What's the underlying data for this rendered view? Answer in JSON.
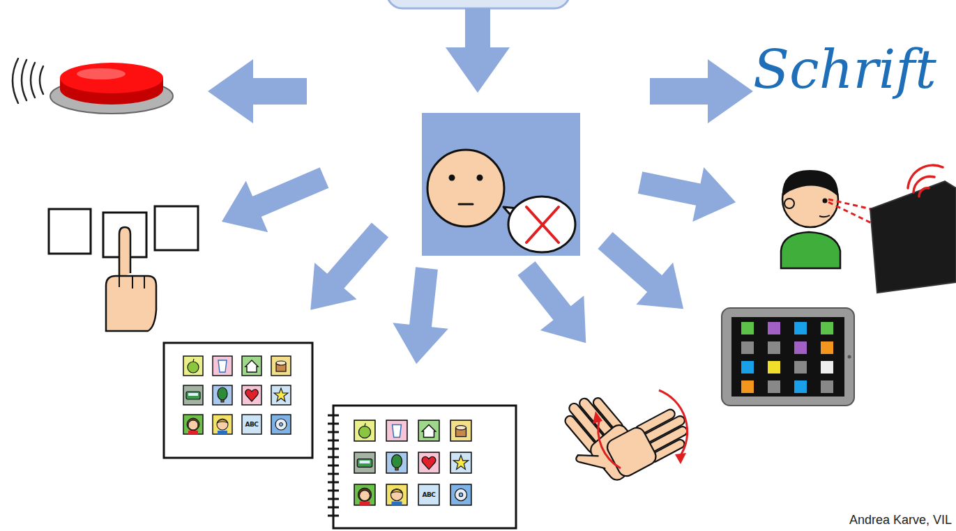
{
  "diagram": {
    "labels": [
      "Schrift",
      "ABC",
      "ABC",
      "Andrea Karve, VIL"
    ]
  }
}
